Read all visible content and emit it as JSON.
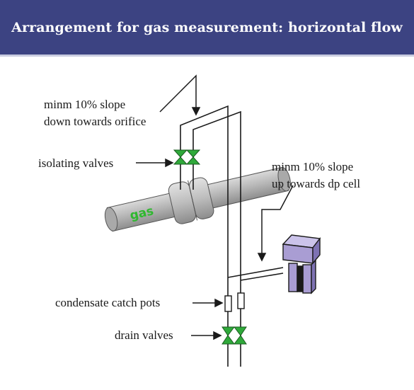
{
  "title": "Arrangement for gas measurement: horizontal flow",
  "labels": {
    "slope_down_1": "minm 10% slope",
    "slope_down_2": "down towards orifice",
    "isolating": "isolating valves",
    "slope_up_1": "minm 10% slope",
    "slope_up_2": "up towards dp cell",
    "catch_pots": "condensate catch pots",
    "drain": "drain valves",
    "pipe_text": "gas"
  },
  "colors": {
    "title_bg": "#3c4382",
    "valve": "#2fa93a",
    "dp_cell": "#a89ccf",
    "pipe": "#b7b7b7"
  }
}
